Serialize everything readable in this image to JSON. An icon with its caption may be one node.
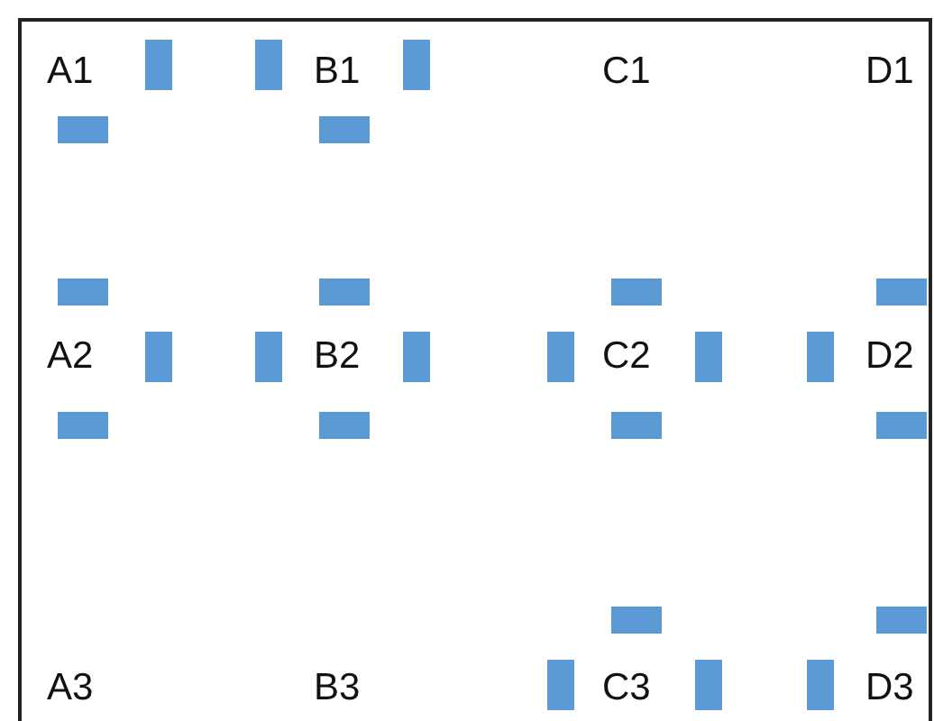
{
  "diagram": {
    "labels": [
      "A1",
      "B1",
      "C1",
      "D1",
      "A2",
      "B2",
      "C2",
      "D2",
      "A3",
      "B3",
      "C3",
      "D3"
    ]
  }
}
